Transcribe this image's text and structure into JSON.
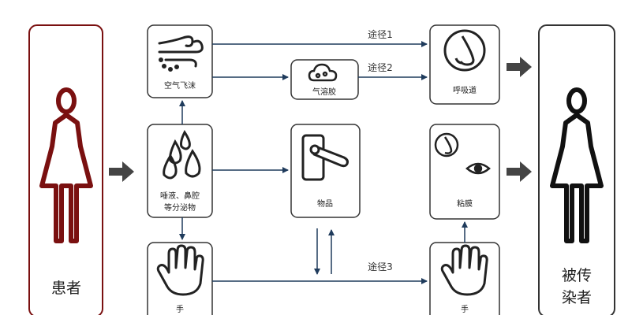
{
  "patient": {
    "label": "患者",
    "color": "#7a1010"
  },
  "infected": {
    "label_lines": [
      "被传",
      "染者"
    ],
    "color": "#111111"
  },
  "nodes": {
    "air_droplet": "空气飞沫",
    "aerosol": "气溶胶",
    "saliva": [
      "唾液、鼻腔",
      "等分泌物"
    ],
    "hand_left": "手",
    "object": "物品",
    "respiratory": "呼吸道",
    "mucosa": "粘膜",
    "hand_right": "手"
  },
  "routes": {
    "route1": "途径1",
    "route2": "途径2",
    "route3": "途径3"
  },
  "colors": {
    "box_border": "#333333",
    "connector": "#1f3b5c",
    "arrow": "#444444"
  }
}
